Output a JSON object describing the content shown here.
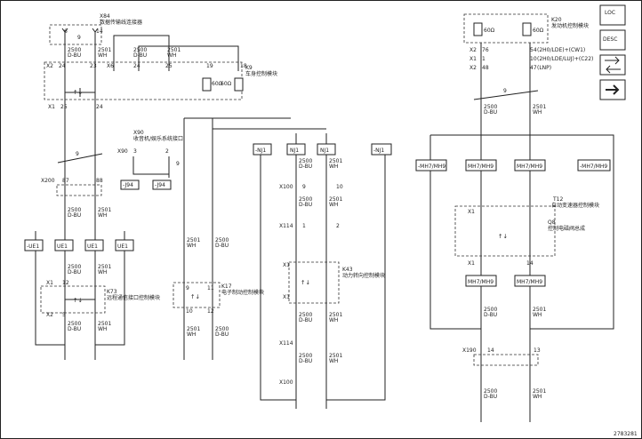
{
  "legend": {
    "loc_label": "LOC",
    "desc_label": "DESC"
  },
  "connector": {
    "datalink": "数据传输线连接器",
    "rear_ctrl": "车身控制模块",
    "engine_ctrl": "发动机控制模块",
    "telematics": "远程通信接口控制模块",
    "trans_ctrl": "自动变速器控制模块",
    "chassis_ctrl": "电子制动控制模块",
    "steering_ctrl": "动力转向控制模块",
    "radio": "收音机/娱乐系统接口",
    "trans_sub": "控制电磁阀总成"
  },
  "component_codes": {
    "x84": "X84",
    "k9": "K9",
    "k20": "K20",
    "k73": "K73",
    "k17": "K17",
    "k43": "K43",
    "t12": "T12",
    "q8": "Q8",
    "x90": "X90"
  },
  "wire": {
    "pin_2500": "2500",
    "pin_2501": "2501",
    "d_bu": "D-BU",
    "wh": "WH",
    "twist": "9"
  },
  "terminator": {
    "r60": "60Ω"
  },
  "engine_variants": [
    "(2H0/LDE)+(CW1)",
    "(2H0/LDE/LUJ)+(C22)",
    "(LNP)"
  ],
  "splice": {
    "ue1": "UE1",
    "nj1": "NJ1",
    "not_nj1": "-NJ1",
    "mh7": "MH7/MH9",
    "not_mh7": "-MH7/MH9",
    "not_j94": "-J94",
    "j94": "J94"
  },
  "footer_code": "2783281"
}
